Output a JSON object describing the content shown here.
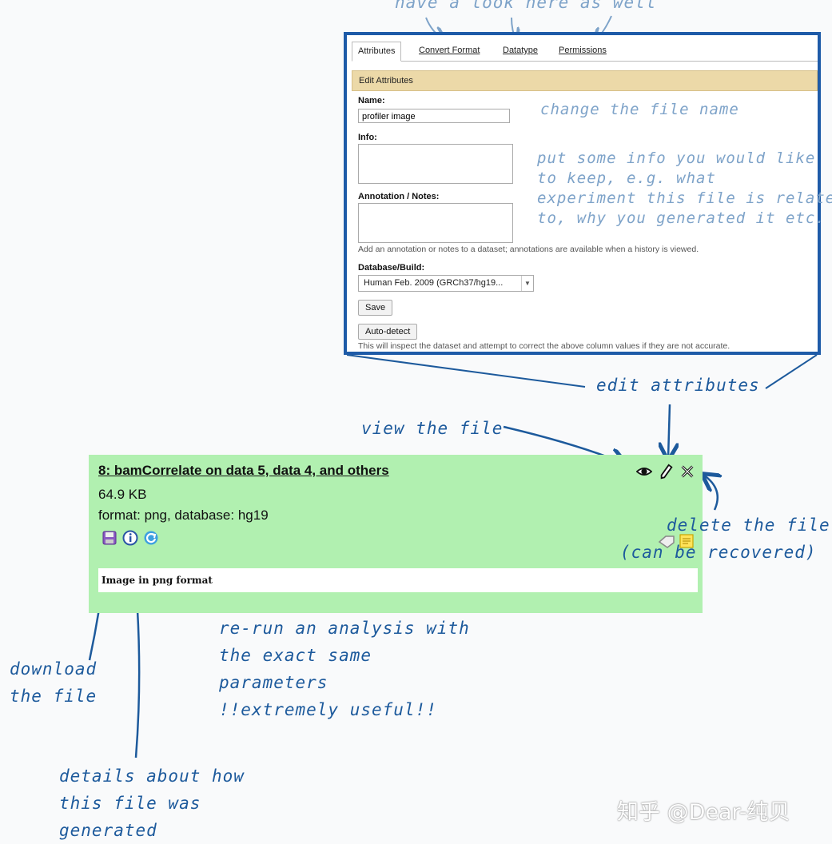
{
  "attributes_panel": {
    "tabs": [
      "Attributes",
      "Convert Format",
      "Datatype",
      "Permissions"
    ],
    "header": "Edit Attributes",
    "name_label": "Name:",
    "name_value": "profiler image",
    "info_label": "Info:",
    "annotation_label": "Annotation / Notes:",
    "annotation_help": "Add an annotation or notes to a dataset; annotations are available when a history is viewed.",
    "database_label": "Database/Build:",
    "database_value": "Human Feb. 2009 (GRCh37/hg19...",
    "save_label": "Save",
    "autodetect_label": "Auto-detect",
    "autodetect_help": "This will inspect the dataset and attempt to correct the above column values if they are not accurate."
  },
  "dataset": {
    "title": "8: bamCorrelate on data 5, data 4, and others",
    "size": "64.9 KB",
    "format_line": "format: png, database: hg19",
    "peek": "Image in png format"
  },
  "annotations": {
    "tabs_hint": "have a look here as well",
    "change_name": "change the file name",
    "info_hint": [
      "put some info you would like",
      "to keep, e.g. what",
      "experiment this file is related",
      "to, why you generated it etc."
    ],
    "edit_attributes": "edit attributes",
    "view_file": "view the file",
    "delete_file": [
      "delete the file",
      "(can be recovered)"
    ],
    "rerun": [
      "re-run an analysis with",
      "the exact same",
      "parameters",
      "!!extremely useful!!"
    ],
    "download": [
      "download",
      "the file"
    ],
    "details": [
      "details about how",
      "this file was",
      "generated"
    ]
  },
  "watermark": "知乎 @Dear-纯贝",
  "colors": {
    "panel_border": "#1e5ba8",
    "dataset_bg": "#b1f0b0",
    "header_bg": "#ecd9a8",
    "annotation": "#1d5a9c"
  }
}
